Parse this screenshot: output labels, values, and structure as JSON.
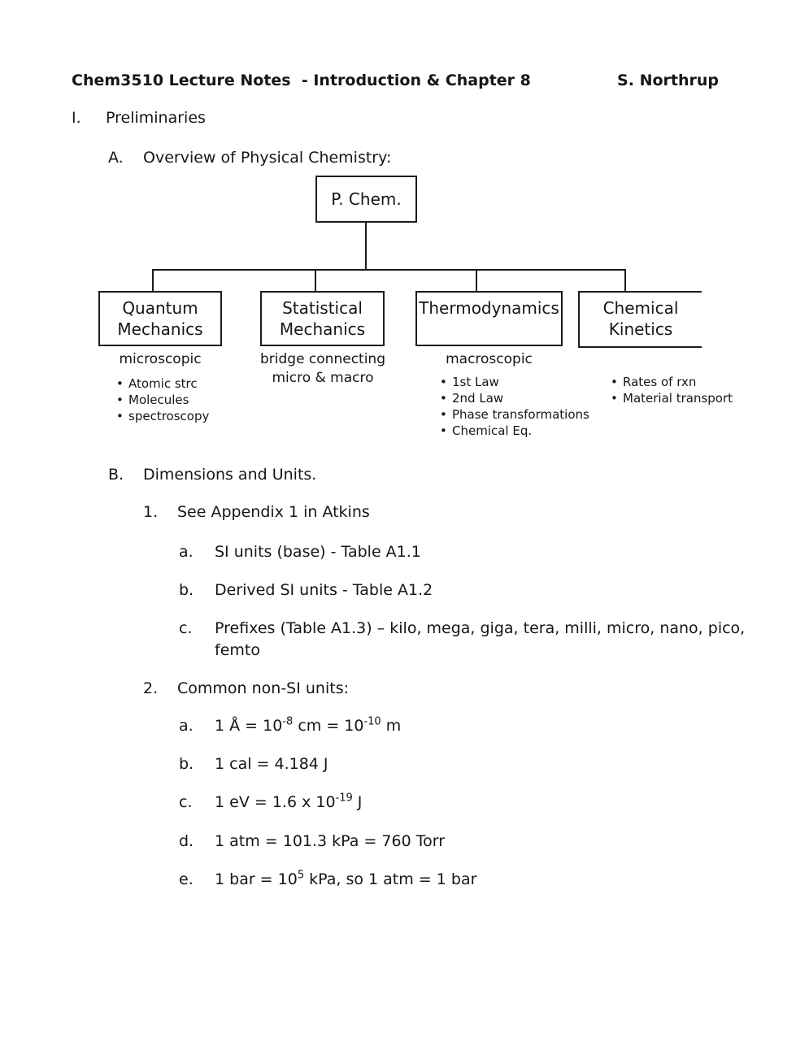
{
  "header": {
    "title": "Chem3510 Lecture Notes  - Introduction & Chapter 8",
    "author": "S. Northrup"
  },
  "outline": {
    "preliminaries": {
      "num": "I.",
      "label": "Preliminaries"
    },
    "overview": {
      "num": "A.",
      "label": "Overview of Physical Chemistry:"
    }
  },
  "diagram": {
    "root": "P. Chem.",
    "branches": [
      {
        "name": "Quantum\nMechanics",
        "caption": "microscopic",
        "bullets": [
          "Atomic strc",
          "Molecules",
          "spectroscopy"
        ]
      },
      {
        "name": "Statistical\nMechanics",
        "caption": "bridge connecting micro & macro",
        "bullets": []
      },
      {
        "name": "Thermodynamics",
        "caption": "macroscopic",
        "bullets": [
          "1st Law",
          "2nd Law",
          "Phase transformations",
          "Chemical Eq."
        ]
      },
      {
        "name": "Chemical\nKinetics",
        "caption": "",
        "bullets": [
          "Rates of rxn",
          "Material transport"
        ]
      }
    ]
  },
  "dimensions": {
    "num": "B.",
    "label": "Dimensions and Units.",
    "item1": {
      "num": "1.",
      "label": "See Appendix 1 in Atkins"
    },
    "item1_subs": [
      {
        "num": "a.",
        "parts": [
          {
            "text": "SI units (base) - Table A1.1"
          }
        ]
      },
      {
        "num": "b.",
        "parts": [
          {
            "text": "Derived SI units - Table A1.2"
          }
        ]
      },
      {
        "num": "c.",
        "parts": [
          {
            "text": "Prefixes (Table A1.3) – kilo, mega, giga, tera, milli, micro, nano, pico, femto"
          }
        ]
      }
    ],
    "item2": {
      "num": "2.",
      "label": "Common non-SI units:"
    },
    "item2_subs": [
      {
        "num": "a.",
        "parts": [
          {
            "text": "1 Å = 10"
          },
          {
            "sup": "-8"
          },
          {
            "text": " cm = 10"
          },
          {
            "sup": "-10"
          },
          {
            "text": " m"
          }
        ]
      },
      {
        "num": "b.",
        "parts": [
          {
            "text": "1 cal = 4.184 J"
          }
        ]
      },
      {
        "num": "c.",
        "parts": [
          {
            "text": "1 eV = 1.6 x 10"
          },
          {
            "sup": "-19"
          },
          {
            "text": " J"
          }
        ]
      },
      {
        "num": "d.",
        "parts": [
          {
            "text": "1 atm = 101.3 kPa = 760 Torr"
          }
        ]
      },
      {
        "num": "e.",
        "parts": [
          {
            "text": "1 bar = 10"
          },
          {
            "sup": "5"
          },
          {
            "text": " kPa, so 1 atm = 1 bar"
          }
        ]
      }
    ]
  }
}
